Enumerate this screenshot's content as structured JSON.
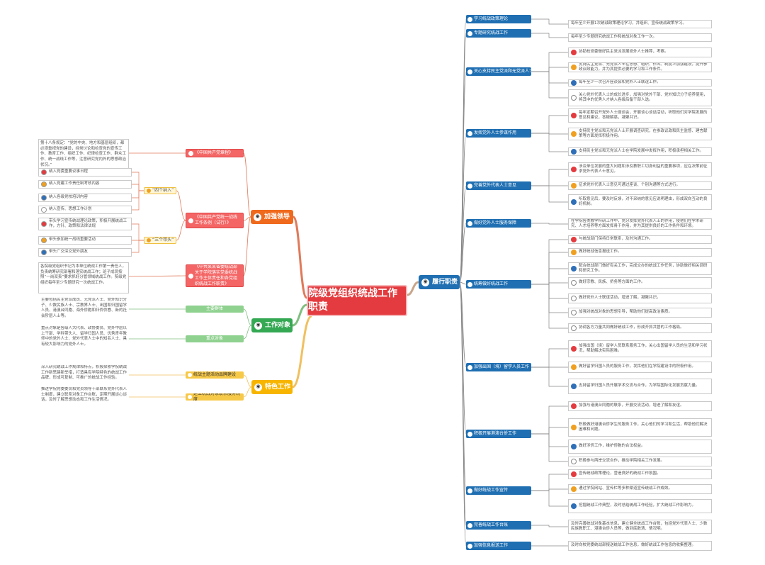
{
  "center": {
    "title": "院级党组织统战工作职责",
    "color": "#e33b3f"
  },
  "colors": {
    "blue": "#1f6fb2",
    "orange": "#f06a1d",
    "green": "#34a853",
    "yellow": "#f7b500",
    "red": "#e33b3f"
  },
  "right_branch": {
    "label": "履行职责",
    "items": [
      {
        "label": "学习统战政策理论",
        "notes": [
          "每年至少开展1次统战政策理论学习，并组织、宣传统战政策学习。"
        ]
      },
      {
        "label": "专题研究统战工作",
        "notes": [
          "每年至少专题研究统战工作和统战对象工作一次。"
        ]
      },
      {
        "label": "关心支持民主党派和无党派人士建设",
        "notes": [
          "协助校党委做好民主党派发展党外人士推荐，考察。",
          "支持民主党派、无党派人士在思想、组织、作风、制度上加强建设，提升参政议政能力，并为其提供必要的学习和工作条件。",
          "每年至少一次召开座谈会和党外人士联谊工作。",
          "关心党外代表人士的成长进步，加强对党外干部、党外知识分子培养使用，将其中的优秀人才纳入各级后备干部人选。"
        ]
      },
      {
        "label": "发挥党外人士参谋作用",
        "notes": [
          "每年定期召开党外人士座谈会，开展谈心谈话活动，听取他们对学院发展的意见和建议，答疑解惑，凝聚共识。",
          "支持民主党派和无党派人士开展调查研究，在参政议政和民主监督、建言献策等方面发挥积极作用。",
          "支持民主党派和无党派人士在学院发展中发挥作用，积极承担相关工作。"
        ]
      },
      {
        "label": "完善党外代表人士意见",
        "notes": [
          "涉及单位发展的重大问题和涉及教职工切身利益的重要事项，应在决策前征求党外代表人士意见。",
          "征求党外代表人士意见可通过座谈、个别沟通等方式进行。",
          "听取意见后，要及时反馈，对不采纳的意见应说明理由，形成双向互动的良好机制。"
        ]
      },
      {
        "label": "做好党外人士服务保障",
        "notes": [
          "在学院各类教学科研工作中，充分发挥党外代表人士的作用，使他们在学术研究、人才培养等方面发挥骨干作用，并为其提供良好的工作条件和环境。"
        ]
      },
      {
        "label": "统筹做好统战工作",
        "notes": [
          "与统战部门保持日常联系，及时沟通工作。",
          "做好统战信息报送工作。",
          "配合统战部门做好有关工作，完成交办的统战工作任务，协助做好相关调研和研究工作。",
          "做好宗教、民族、侨务等方面的工作。",
          "做好党外人士联谊活动，增进了解，凝聚共识。",
          "加强对统战对象的思想引导，帮助他们提高政治素质。",
          "协调各方力量共同做好统战工作，形成齐抓共管的工作格局。"
        ]
      },
      {
        "label": "加强出国（境）留学人员工作",
        "notes": [
          "加强出国（境）留学人员联系服务工作，关心出国留学人员的生活和学习状况，帮助解决实际困难。",
          "做好留学归国人员的服务工作，发挥他们在学院建设中的积极作用。",
          "支持留学归国人员开展学术交流与合作，为学院国际化发展贡献力量。"
        ]
      },
      {
        "label": "积极开展港澳台侨工作",
        "notes": [
          "加强与港澳台同胞的联系，开展交流活动，增进了解和友谊。",
          "积极做好港澳台侨学生的服务工作，关心他们的学习和生活，帮助他们解决困难和问题。",
          "做好涉侨工作，维护侨胞的合法权益。",
          "积极参与两岸交流合作，推动学院相关工作发展。"
        ]
      },
      {
        "label": "做好统战工作宣传",
        "notes": [
          "宣传统战政策理论，营造良好的统战工作氛围。",
          "通过学院网站、宣传栏等多种渠道宣传统战工作成效。",
          "挖掘统战工作典型，及时总结统战工作经验，扩大统战工作影响力。"
        ]
      },
      {
        "label": "完善统战工作台账",
        "notes": [
          "及时完善统战对象基本信息，建立健全统战工作台账，包括党外代表人士、少数民族教职工、港澳台侨人员等，做到底数清、情况明。"
        ]
      },
      {
        "label": "加强信息报送工作",
        "notes": [
          "及时向校党委统战部报送统战工作信息，做好统战工作信息的收集整理。"
        ]
      }
    ]
  },
  "left_branches": [
    {
      "label": "加强领导",
      "color": "#f06a1d",
      "subs": [
        {
          "label": "《中国共产党章程》",
          "para": "第十八条规定：“党的中央、地方和基层组织，都必须重视党的建设，经常讨论和检查党的宣传工作、教育工作、组织工作、纪律检查工作、群众工作、统一战线工作等，注意研究党内外的思想政治状况。”"
        },
        {
          "label": "《中国共产党统一战线工作条例（试行）》",
          "groups": [
            {
              "label": "“四个纳入”",
              "items": [
                "纳入党委重要议事日程",
                "纳入党建工作责任制考核内容",
                "纳入各级党校培训内容",
                "纳入宣传、思想工作计划"
              ]
            },
            {
              "label": "“三个带头”",
              "items": [
                "带头学习宣传统战理论政策，积极开展统战工作，方针、政策和法律法规",
                "带头参加统一战线重要活动",
                "带头广交深交党外朋友"
              ]
            }
          ]
        },
        {
          "label": "《中共某某省委统战部关于学院落实党委统战工作主体责任和各党组织统战工作职责》",
          "para": "各院级党组织书记为本单位统战工作第一责任人，负责统筹研究部署和落实统战工作；班子成员按照“一岗双责”要求抓好分管领域统战工作。院级党组织每年至少专题研究一次统战工作。"
        }
      ]
    },
    {
      "label": "工作对象",
      "color": "#34a853",
      "subs": [
        {
          "label": "主要群体",
          "para": "主要包括民主党派成员、无党派人士、党外知识分子、少数民族人士、宗教界人士、出国和归国留学人员、港澳台同胞、海外侨胞和归侨侨眷、新的社会阶层人士等。"
        },
        {
          "label": "重点对象",
          "para": "重点对象是各级人大代表、政协委员、党外中层以上干部、学科带头人、留学归国人员、优秀青年教师中的党外人士、党外代表人士中的知名人士、具有较大影响力的党外人士。"
        }
      ]
    },
    {
      "label": "特色工作",
      "color": "#f7b500",
      "subs": [
        {
          "label": "统战主题活动品牌建设",
          "para": "深入研究统战工作规律和特点，积极探索学院统战工作新思路新举措，打造具有学院特色的统战工作品牌，形成可复制、可推广的统战工作经验。"
        },
        {
          "label": "建立统战对象联系服务制度",
          "para": "推进学院党委委员和党员领导干部联系党外代表人士制度，建立联系对象工作台账，定期开展谈心谈话，及时了解思想动态和工作生活情况。"
        }
      ]
    }
  ]
}
